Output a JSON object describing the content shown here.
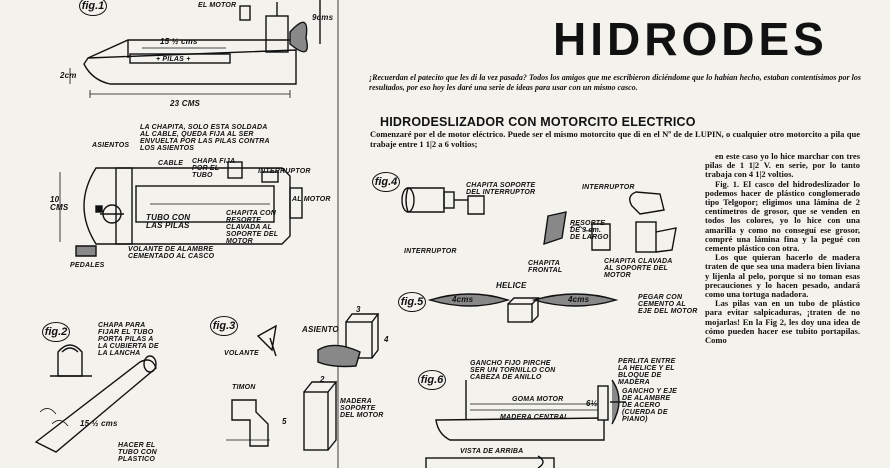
{
  "title": "HIDRODES",
  "intro": "¡Recuerdan el patecito que les di la vez pasada? Todos los amigos que me escribieron diciéndome que lo habían hecho, estaban contentísimos por los resultados, por eso hoy les daré una serie de ideas para usar con un mismo casco.",
  "heading": "HIDRODESLIZADOR CON MOTORCITO ELECTRICO",
  "body_top": "Comenzaré por el de motor eléctrico. Puede ser el mismo motorcito que di en el Nº de de LUPIN, o cualquier otro motorcito a pila que trabaje entre 1 1|2 a 6 voltios;",
  "column": [
    "en este caso yo lo hice marchar con tres pilas de 1 1|2 V. en serie, por lo tanto trabaja con 4 1|2 voltios.",
    "Fig. 1. El casco del hidrodeslizador lo podemos hacer de plástico conglomerado tipo Telgopor; eligimos una lámina de 2 centímetros de grosor, que se venden en todos los colores, yo lo hice con una amarilla y como no conseguí ese grosor, compré una lámina fina y la pegué con cemento plástico con otra.",
    "Los que quieran hacerlo de madera traten de que sea una madera bien liviana y líjenla al pelo, porque si no toman esas precauciones y lo hacen pesado, andará como una tortuga nadadora.",
    "Las pilas van en un tubo de plástico para evitar salpicaduras, ¡traten de no mojarlas! En la Fig 2, les doy una idea de cómo pueden hacer ese tubito portapilas. Como"
  ],
  "figures": {
    "fig1": "fig.1",
    "fig2": "fig.2",
    "fig3": "fig.3",
    "fig4": "fig.4",
    "fig5": "fig.5",
    "fig6": "fig.6"
  },
  "labels": {
    "el_motor": "EL MOTOR",
    "9cms": "9cms",
    "15_cms": "15 ½ cms",
    "pilas": "+ PILAS +",
    "2cm": "2cm",
    "23cms": "23 CMS",
    "chapita_soldada": "LA CHAPITA, SOLO ESTA SOLDADA AL CABLE, QUEDA FIJA AL SER ENVUELTA POR LAS PILAS CONTRA LOS ASIENTOS",
    "asientos": "ASIENTOS",
    "cable": "CABLE",
    "chapa_fija": "CHAPA FIJA POR EL TUBO",
    "interruptor": "INTERRUPTOR",
    "al_motor": "AL MOTOR",
    "10cms": "10 CMS",
    "tubo_pilas": "TUBO CON LAS PILAS",
    "chapita_resorte": "CHAPITA CON RESORTE CLAVADA AL SOPORTE DEL MOTOR",
    "volante_alambre": "VOLANTE DE ALAMBRE CEMENTADO AL CASCO",
    "pedales": "PEDALES",
    "chapita_soporte": "CHAPITA SOPORTE DEL INTERRUPTOR",
    "interruptor2": "INTERRUPTOR",
    "interruptor3": "INTERRUPTOR",
    "resorte": "RESORTE DE 3 cm. DE LARGO",
    "chapita_frontal": "CHAPITA FRONTAL",
    "chapita_clavada": "CHAPITA CLAVADA AL SOPORTE DEL MOTOR",
    "helice": "HELICE",
    "4cms_a": "4cms",
    "4cms_b": "4cms",
    "pegar": "PEGAR CON CEMENTO AL EJE DEL MOTOR",
    "chapa_fijar": "CHAPA PARA FIJAR EL TUBO PORTA PILAS A LA CUBIERTA DE LA LANCHA",
    "15_cms_b": "15 ½ cms",
    "hacer_tubo": "HACER EL TUBO CON PLASTICO",
    "volante": "VOLANTE",
    "asiento": "ASIENTO",
    "timon": "TIMON",
    "madera_soporte": "MADERA SOPORTE DEL MOTOR",
    "gancho": "GANCHO FIJO PIRCHE SER UN TORNILLO CON CABEZA DE ANILLO",
    "goma": "GOMA MOTOR",
    "madera_central": "MADERA CENTRAL",
    "perlita": "PERLITA ENTRE LA HELICE Y EL BLOQUE DE MADERA",
    "gancho_eje": "GANCHO Y EJE DE ALAMBRE DE ACERO (CUERDA DE PIANO)",
    "vista": "VISTA DE ARRIBA",
    "dim_3": "3",
    "dim_4": "4",
    "dim_5": "5",
    "dim_2": "2",
    "dim_6": "6½"
  }
}
